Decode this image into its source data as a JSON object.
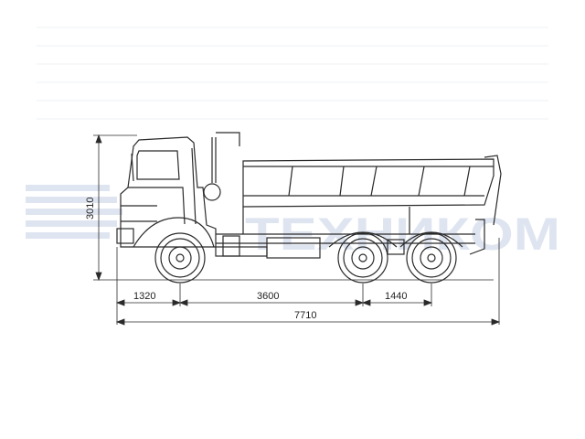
{
  "drawing": {
    "subject": "6x4 dump truck side view",
    "watermark": {
      "brand": "ТЕХНИКОМ"
    },
    "dimensions": {
      "overall_height": "3010",
      "front_overhang": "1320",
      "wheelbase": "3600",
      "rear_axle_spacing": "1440",
      "overall_length": "7710"
    }
  },
  "colors": {
    "line": "#2a2a2a",
    "watermark": "#dfe5f0",
    "background": "#ffffff"
  }
}
